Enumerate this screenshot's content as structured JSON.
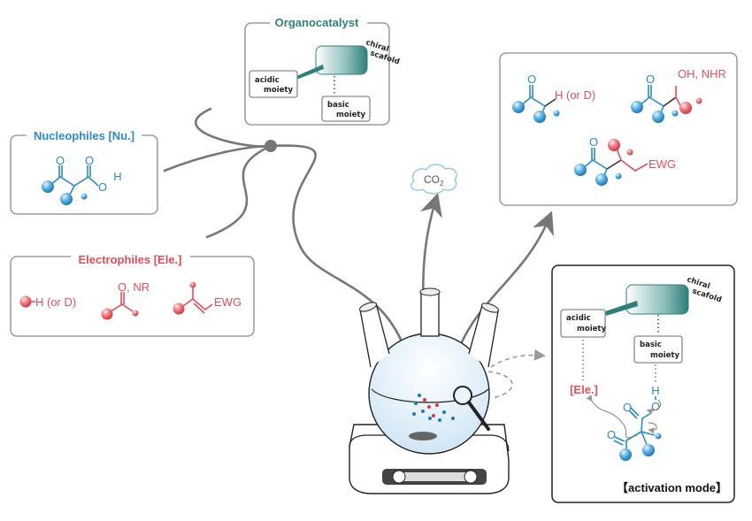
{
  "organocatalyst": {
    "title": "Organocatalyst",
    "chiral": "chiral",
    "scaffold": "scafold",
    "acidic_1": "acidic",
    "acidic_2": "moiety",
    "basic_1": "basic",
    "basic_2": "moiety"
  },
  "nucleophiles": {
    "title": "Nucleophiles [Nu.]",
    "o1": "O",
    "o2": "O",
    "oh": "O",
    "h": "H"
  },
  "electrophiles": {
    "title": "Electrophiles [Ele.]",
    "e1": "H (or D)",
    "e2": "O, NR",
    "e3": "EWG"
  },
  "byproduct": {
    "main": "CO",
    "sub": "2"
  },
  "products": {
    "p1_o": "O",
    "p1_h": "H (or D)",
    "p2_o": "O",
    "p2_x": "OH, NHR",
    "p3_o": "O",
    "p3_ewg": "EWG"
  },
  "activation": {
    "chiral": "chiral",
    "scaffold": "scafold",
    "acidic_1": "acidic",
    "acidic_2": "moiety",
    "basic_1": "basic",
    "basic_2": "moiety",
    "ele": "[Ele.]",
    "h": "H",
    "o1": "O",
    "o2": "O",
    "o3": "O",
    "caption": "【activation mode】"
  },
  "colors": {
    "nucleophile": "#2a8cc4",
    "electrophile": "#e0505a",
    "catalyst": "#2f7f7a",
    "arrows": "#777777"
  }
}
